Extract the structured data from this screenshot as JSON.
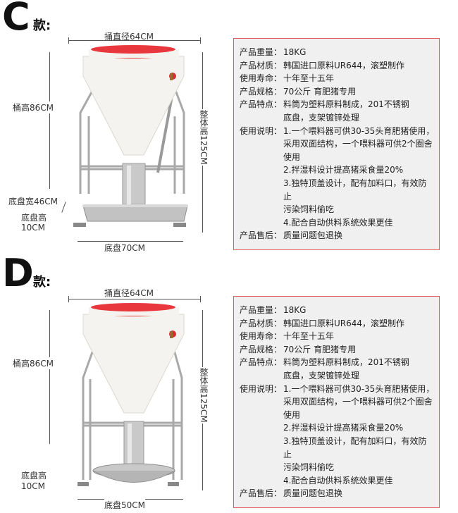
{
  "sections": [
    {
      "letter": "C",
      "suffix": "款:",
      "dims": {
        "top_diameter": "捅直径64CM",
        "bucket_height": "桶高86CM",
        "total_height": "整体高125CM",
        "tray_width": "底盘宽46CM",
        "tray_height_l1": "底盘高",
        "tray_height_l2": "10CM",
        "base": "底盘70CM"
      },
      "specs": [
        {
          "key": "产品重量：",
          "lines": [
            "18KG"
          ]
        },
        {
          "key": "产品材质：",
          "lines": [
            "韩国进口原料UR644，滚塑制作"
          ]
        },
        {
          "key": "使用寿命：",
          "lines": [
            "十年至十五年"
          ]
        },
        {
          "key": "产品规格：",
          "lines": [
            "70公斤  育肥猪专用"
          ]
        },
        {
          "key": "产品特点：",
          "lines": [
            "料筒为塑料原料制成，201不锈钢",
            "底盘，支架镀锌处理"
          ]
        },
        {
          "key": "使用说明：",
          "lines": [
            "1.一个喂料器可供30-35头育肥猪使用，",
            "采用双面结构，一个喂料器可供2个圈舍",
            "使用",
            "2.拌湿料设计提高猪采食量20%",
            "3.独特顶盖设计，配有加料口，有效防止",
            "污染饲料偷吃",
            "4.配合自动供料系统效果更佳"
          ]
        },
        {
          "key": "产品售后：",
          "lines": [
            "质量问题包退换"
          ]
        }
      ]
    },
    {
      "letter": "D",
      "suffix": "款:",
      "dims": {
        "top_diameter": "捅直径64CM",
        "bucket_height": "桶高86CM",
        "total_height": "整体高125CM",
        "tray_height_l1": "底盘高",
        "tray_height_l2": "10CM",
        "base": "底盘50CM"
      },
      "specs": [
        {
          "key": "产品重量：",
          "lines": [
            "18KG"
          ]
        },
        {
          "key": "产品材质：",
          "lines": [
            "韩国进口原料UR644，滚塑制作"
          ]
        },
        {
          "key": "使用寿命：",
          "lines": [
            "十年至十五年"
          ]
        },
        {
          "key": "产品规格：",
          "lines": [
            "70公斤  育肥猪专用"
          ]
        },
        {
          "key": "产品特点：",
          "lines": [
            "料筒为塑料原料制成，201不锈钢",
            "底盘，支架镀锌处理"
          ]
        },
        {
          "key": "使用说明：",
          "lines": [
            "1.一个喂料器可供30-35头育肥猪使用，",
            "采用双面结构，一个喂料器可供2个圈舍",
            "使用",
            "2.拌湿料设计提高猪采食量20%",
            "3.独特顶盖设计，配有加料口，有效防止",
            "污染饲料偷吃",
            "4.配合自动供料系统效果更佳"
          ]
        },
        {
          "key": "产品售后：",
          "lines": [
            "质量问题包退换"
          ]
        }
      ]
    }
  ],
  "colors": {
    "lid": "#e8383d",
    "box_border": "#e25b5b",
    "box_bg": "#f0f0f0",
    "bucket": "#f4f2ee",
    "steel": "#b8b8b8"
  }
}
